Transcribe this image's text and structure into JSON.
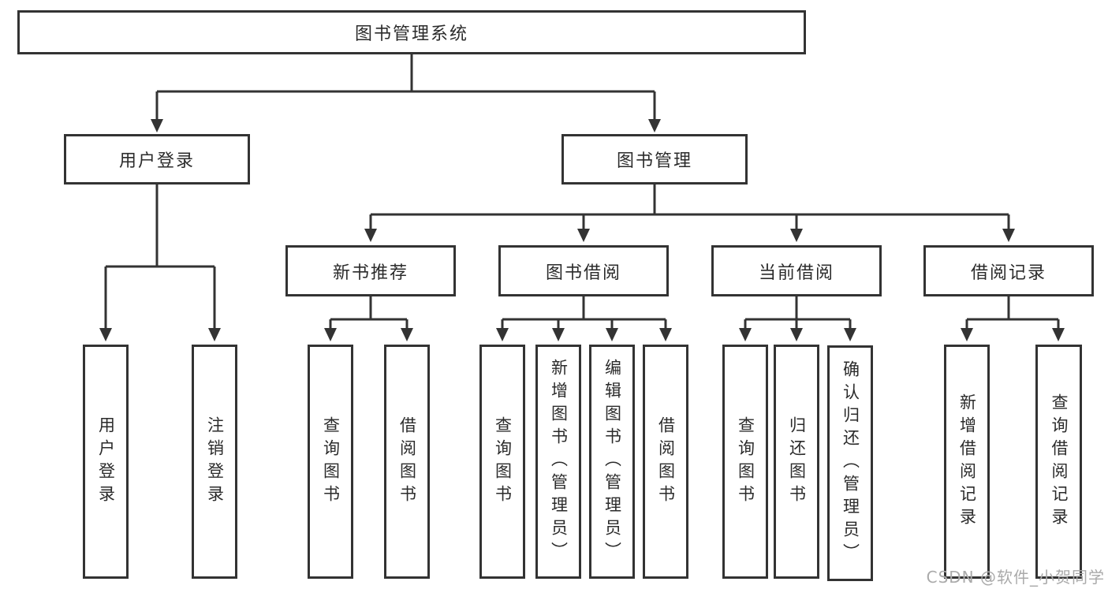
{
  "diagram": {
    "root": {
      "label": "图书管理系统"
    },
    "branches": {
      "user_login": {
        "label": "用户登录",
        "children": [
          "用户登录",
          "注销登录"
        ]
      },
      "book_management": {
        "label": "图书管理",
        "children": {
          "new_book_rec": {
            "label": "新书推荐",
            "children": [
              "查询图书",
              "借阅图书"
            ]
          },
          "book_borrow": {
            "label": "图书借阅",
            "children": [
              "查询图书",
              "新增图书（管理员）",
              "编辑图书（管理员）",
              "借阅图书"
            ]
          },
          "current_borrow": {
            "label": "当前借阅",
            "children": [
              "查询图书",
              "归还图书",
              "确认归还（管理员）"
            ]
          },
          "borrow_records": {
            "label": "借阅记录",
            "children": [
              "新增借阅记录",
              "查询借阅记录"
            ]
          }
        }
      }
    }
  },
  "watermark": {
    "text": "CSDN @软件_小贺同学"
  },
  "colors": {
    "line": "#333333",
    "border": "#333333",
    "text": "#2b2b2b",
    "box_bg": "#ffffff",
    "background": "#ffffff",
    "watermark": "#aaaaaa"
  }
}
